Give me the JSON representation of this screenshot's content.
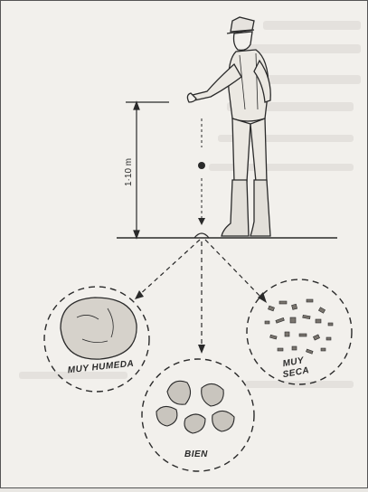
{
  "diagram": {
    "height_label": "1·10 m",
    "outcomes": [
      {
        "id": "wet",
        "label": "MUY HUMEDA"
      },
      {
        "id": "good",
        "label": "BIEN"
      },
      {
        "id": "dry",
        "label_line1": "MUY",
        "label_line2": "SECA"
      }
    ]
  },
  "colors": {
    "ink": "#2a2a2a",
    "paper": "#f2f0ec",
    "bleed": "#d9d6d1"
  }
}
